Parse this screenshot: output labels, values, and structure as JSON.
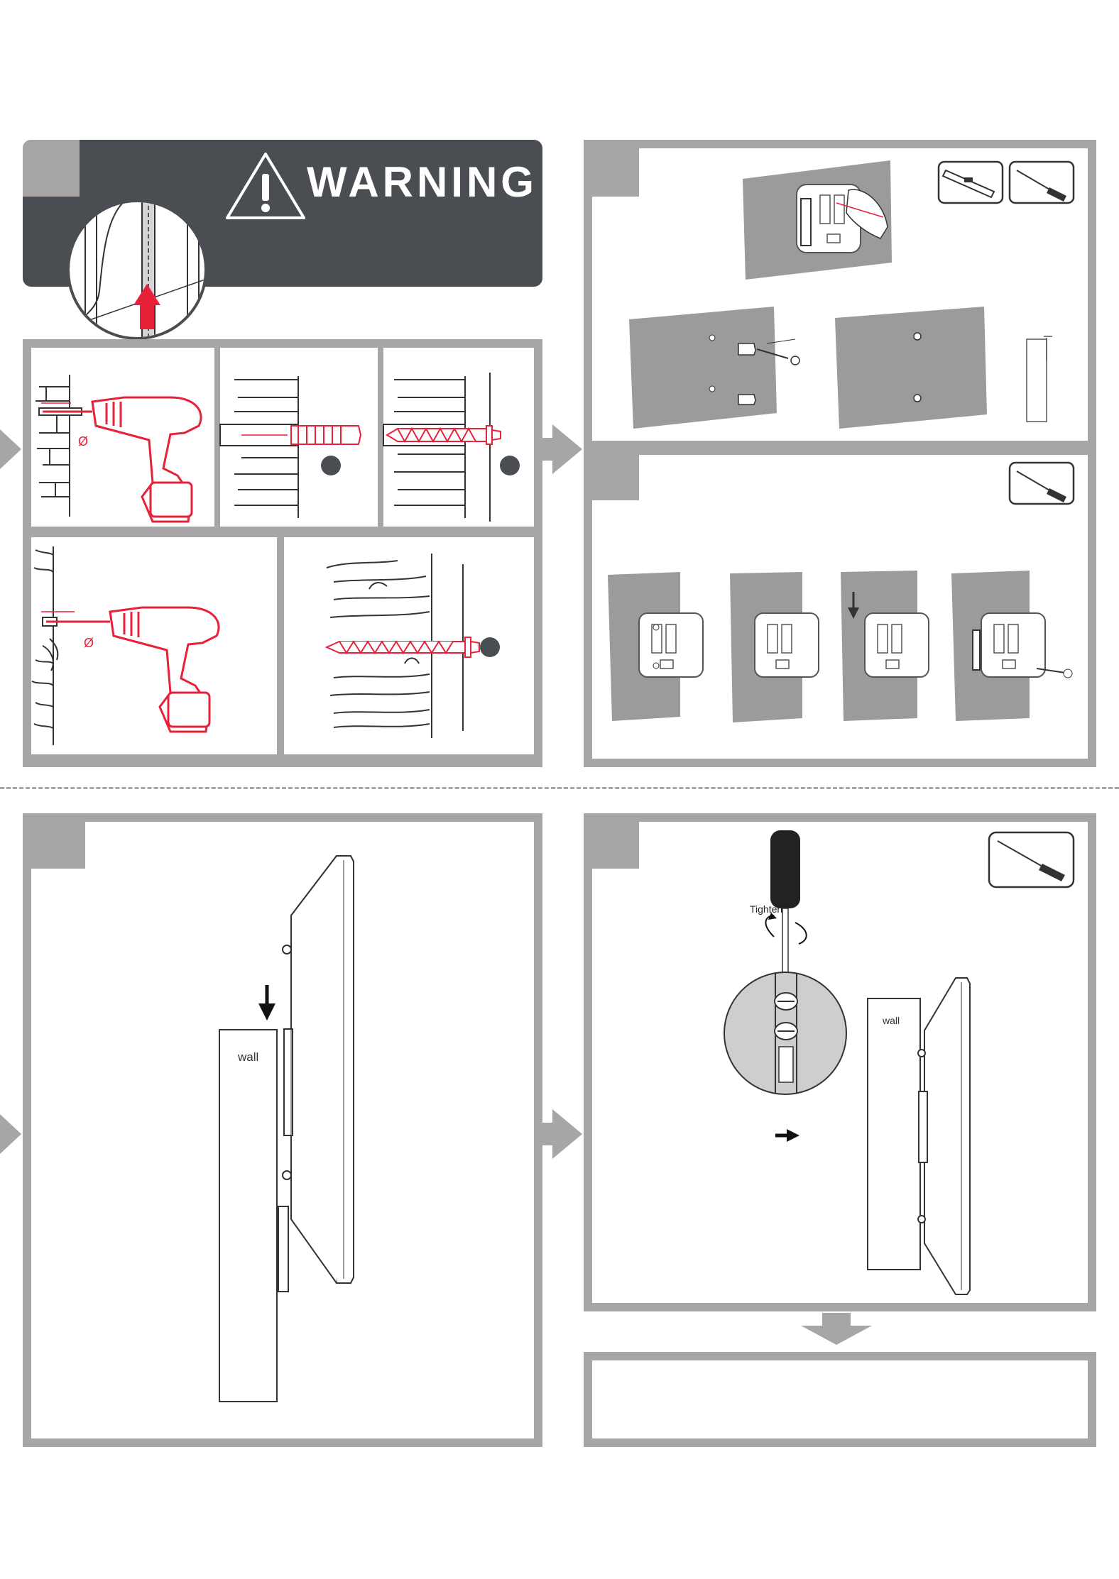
{
  "warning": {
    "title": "WARNING",
    "bg_color": "#4a4d52",
    "arrow_color": "#e8203a"
  },
  "labels": {
    "wall_left": "wall",
    "wall_right": "wall",
    "tighten": "Tighten",
    "diameter_1": "Ø",
    "diameter_2": "Ø"
  },
  "colors": {
    "panel_gray": "#a7a5a6",
    "accent_red": "#e8203a",
    "wall_texture": "#9c9a9b",
    "arrow_gray": "#a7a5a6"
  },
  "icons": [
    "spirit-level-icon",
    "screwdriver-icon",
    "drill-icon",
    "anchor-icon",
    "lag-screw-icon"
  ]
}
